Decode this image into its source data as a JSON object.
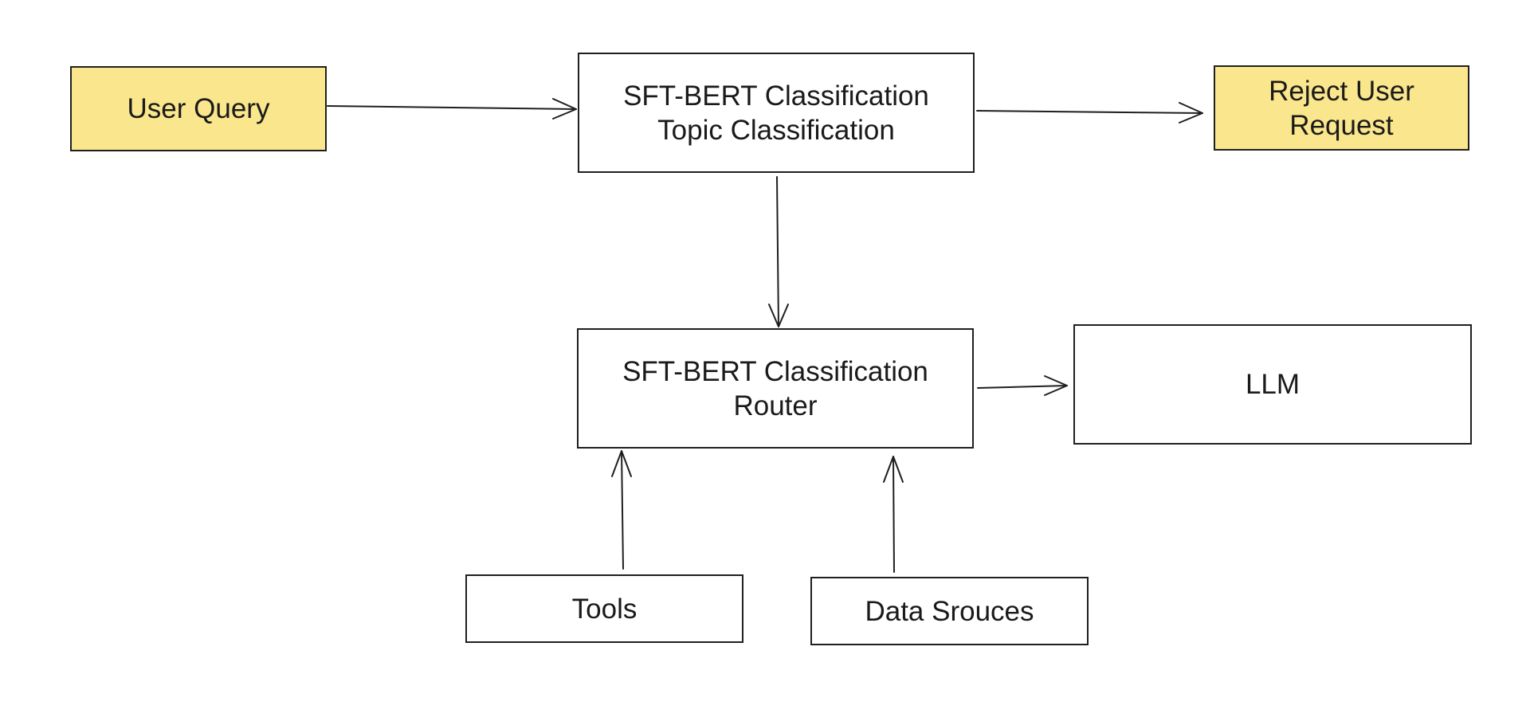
{
  "diagram": {
    "nodes": {
      "user_query": {
        "label": "User Query",
        "fill": "#fae68c"
      },
      "topic_classifier": {
        "label": "SFT-BERT Classification\nTopic Classification",
        "fill": "#ffffff"
      },
      "reject_request": {
        "label": "Reject User\nRequest",
        "fill": "#fae68c"
      },
      "router": {
        "label": "SFT-BERT Classification\nRouter",
        "fill": "#ffffff"
      },
      "llm": {
        "label": "LLM",
        "fill": "#ffffff"
      },
      "tools": {
        "label": "Tools",
        "fill": "#ffffff"
      },
      "data_sources": {
        "label": "Data Srouces",
        "fill": "#ffffff"
      }
    },
    "edges": [
      {
        "from": "user_query",
        "to": "topic_classifier"
      },
      {
        "from": "topic_classifier",
        "to": "reject_request"
      },
      {
        "from": "topic_classifier",
        "to": "router"
      },
      {
        "from": "router",
        "to": "llm"
      },
      {
        "from": "tools",
        "to": "router"
      },
      {
        "from": "data_sources",
        "to": "router"
      }
    ],
    "colors": {
      "highlight": "#fae68c",
      "stroke": "#1f1f1f"
    }
  }
}
